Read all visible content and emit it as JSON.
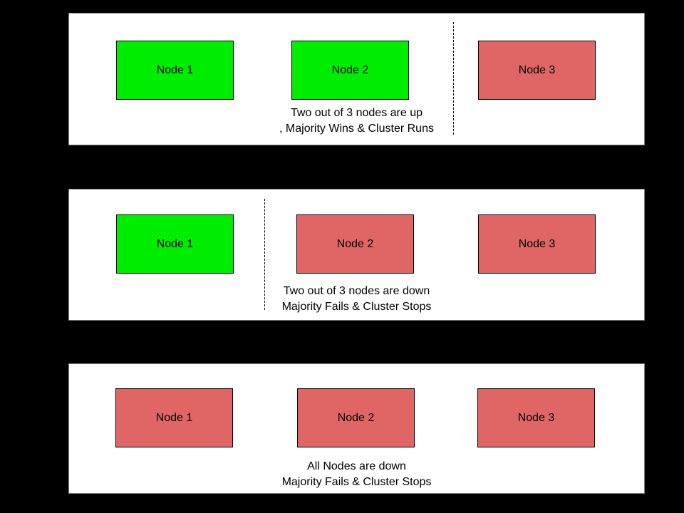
{
  "colors": {
    "background": "#000000",
    "panel_bg": "#ffffff",
    "panel_border": "#7f7f7f",
    "node_up_fill": "#00ed00",
    "node_down_fill": "#e06666",
    "node_border": "#000000",
    "divider": "#000000",
    "text": "#000000"
  },
  "panels": [
    {
      "nodes": [
        {
          "label": "Node 1",
          "status": "up"
        },
        {
          "label": "Node 2",
          "status": "up"
        },
        {
          "label": "Node 3",
          "status": "down"
        }
      ],
      "caption": {
        "line1": "Two out of 3 nodes are up",
        "line2": ", Majority Wins & Cluster Runs"
      },
      "divider": {
        "present": true,
        "position": "between Node 2 and Node 3"
      }
    },
    {
      "nodes": [
        {
          "label": "Node 1",
          "status": "up"
        },
        {
          "label": "Node 2",
          "status": "down"
        },
        {
          "label": "Node 3",
          "status": "down"
        }
      ],
      "caption": {
        "line1": "Two out of 3 nodes are down",
        "line2": "Majority Fails & Cluster Stops"
      },
      "divider": {
        "present": true,
        "position": "between Node 1 and Node 2"
      }
    },
    {
      "nodes": [
        {
          "label": "Node 1",
          "status": "down"
        },
        {
          "label": "Node 2",
          "status": "down"
        },
        {
          "label": "Node 3",
          "status": "down"
        }
      ],
      "caption": {
        "line1": "All Nodes are down",
        "line2": "Majority Fails & Cluster Stops"
      },
      "divider": {
        "present": false
      }
    }
  ]
}
